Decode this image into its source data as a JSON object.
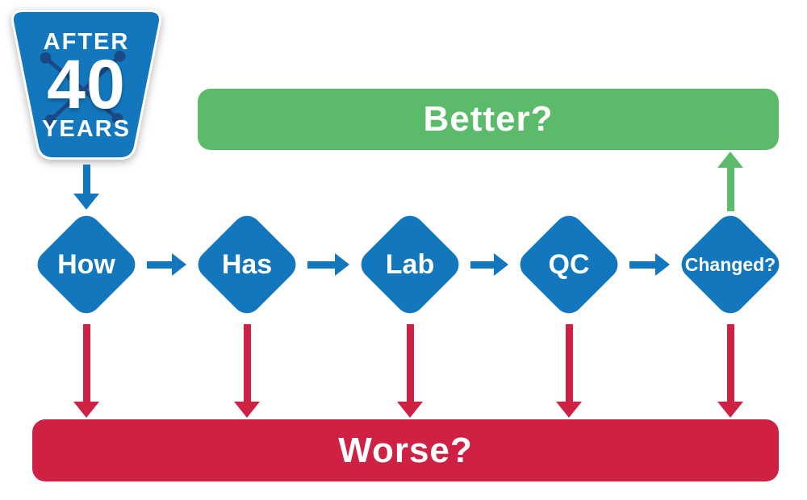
{
  "badge": {
    "line1": "AFTER",
    "line2": "40",
    "line3": "YEARS"
  },
  "flow": {
    "better_label": "Better?",
    "worse_label": "Worse?",
    "diamonds": [
      {
        "label": "How"
      },
      {
        "label": "Has"
      },
      {
        "label": "Lab"
      },
      {
        "label": "QC"
      },
      {
        "label": "Changed?"
      }
    ]
  },
  "colors": {
    "blue": "#1277BD",
    "green": "#5CBA6B",
    "red": "#CE2144",
    "navy": "#1D3A71"
  }
}
